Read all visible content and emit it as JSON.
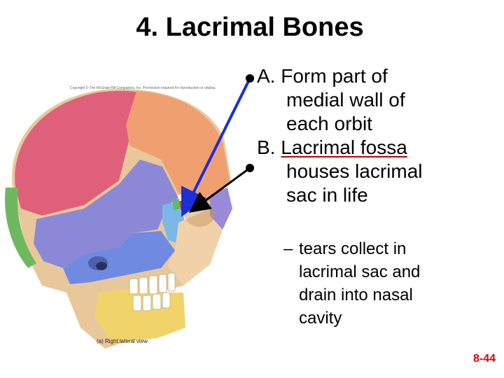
{
  "title": "4. Lacrimal Bones",
  "points": [
    {
      "letter": "A.",
      "lines": [
        "Form part of",
        "medial wall of",
        "each orbit"
      ]
    },
    {
      "letter": "B.",
      "lines_pre": "Lacrimal fossa",
      "lines": [
        "houses lacrimal",
        "sac in life"
      ]
    }
  ],
  "sub_point": {
    "dash": "–",
    "lines": [
      "tears collect in",
      "lacrimal sac and",
      "drain into nasal",
      "cavity"
    ]
  },
  "figure": {
    "caption": "(a) Right lateral view",
    "copyright": "Copyright © The McGraw-Hill Companies, Inc. Permission required for reproduction or display."
  },
  "page_number": "8-44",
  "colors": {
    "arrow_a": "#1a2fd6",
    "arrow_b": "#000000",
    "underline": "#c00000",
    "page_number": "#e00000"
  },
  "icons": [
    "skull-illustration"
  ]
}
